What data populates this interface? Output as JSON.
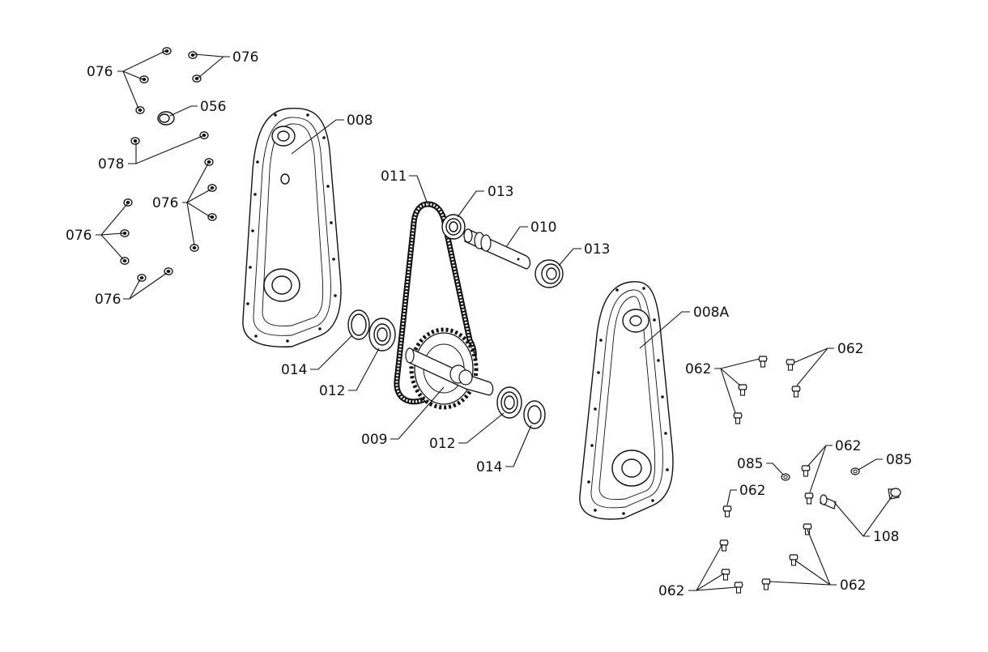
{
  "labels": {
    "l076a": "076",
    "l076b": "076",
    "l056": "056",
    "l078": "078",
    "l076c": "076",
    "l076d": "076",
    "l076e": "076",
    "l008": "008",
    "l011": "011",
    "l013a": "013",
    "l010": "010",
    "l013b": "013",
    "l008a": "008A",
    "l014a": "014",
    "l012a": "012",
    "l009": "009",
    "l012b": "012",
    "l014b": "014",
    "l062a": "062",
    "l062b": "062",
    "l085a": "085",
    "l062c": "062",
    "l085b": "085",
    "l062d": "062",
    "l108": "108",
    "l062e": "062",
    "l062f": "062"
  }
}
